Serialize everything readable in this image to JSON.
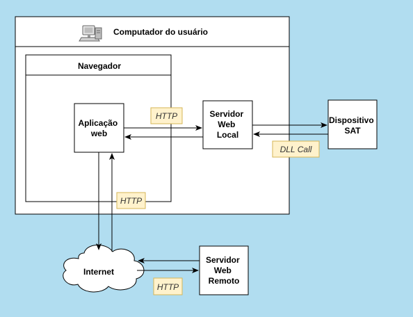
{
  "diagram": {
    "computer": {
      "title": "Computador do usuário",
      "icon": "desktop-computer-icon"
    },
    "browser": {
      "title": "Navegador"
    },
    "web_app": {
      "label": [
        "Aplicação",
        "web"
      ]
    },
    "local_server": {
      "label": [
        "Servidor",
        "Web",
        "Local"
      ]
    },
    "sat_device": {
      "label": [
        "Dispositivo",
        "SAT"
      ]
    },
    "internet": {
      "label": "Internet",
      "icon": "cloud-icon"
    },
    "remote_server": {
      "label": [
        "Servidor",
        "Web",
        "Remoto"
      ]
    },
    "tags": {
      "http_local": "HTTP",
      "http_internet": "HTTP",
      "http_remote": "HTTP",
      "dll_call": "DLL Call"
    }
  },
  "colors": {
    "background": "#b1ddf0",
    "box_fill": "#ffffff",
    "stroke": "#000000",
    "tag_fill": "#fff2cc",
    "tag_stroke": "#d6b656"
  }
}
